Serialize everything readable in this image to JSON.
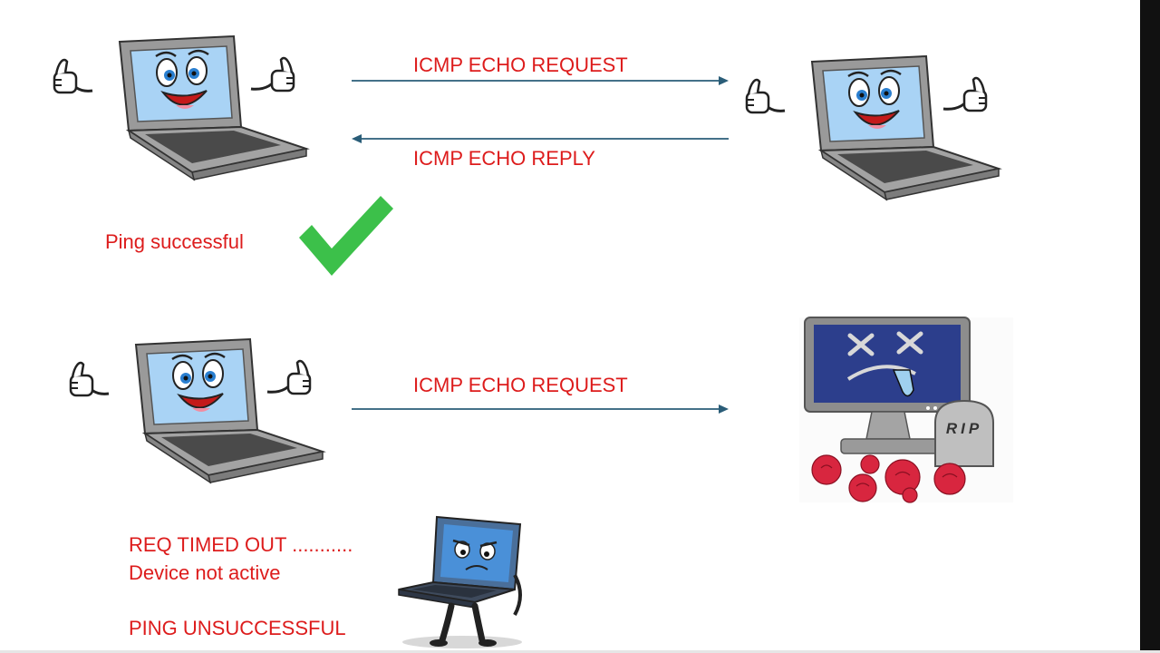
{
  "diagram": {
    "success_scenario": {
      "request_label": "ICMP ECHO REQUEST",
      "reply_label": "ICMP ECHO REPLY",
      "status_text": "Ping successful"
    },
    "failure_scenario": {
      "request_label": "ICMP ECHO REQUEST",
      "timeout_text": "REQ TIMED OUT ...........",
      "inactive_text": "Device not active",
      "result_text": "PING UNSUCCESSFUL",
      "tombstone_text": "RIP"
    }
  },
  "colors": {
    "label_red": "#dd1c1c",
    "arrow_blue": "#2a5d78",
    "check_green": "#3cc04a",
    "screen_blue": "#a9d3f5",
    "dead_screen": "#2c3e8c",
    "rose_red": "#d8263f"
  },
  "icons": [
    "happy-laptop-icon",
    "check-mark-icon",
    "dead-monitor-icon",
    "tombstone-icon",
    "rose-icon",
    "sad-laptop-icon"
  ]
}
